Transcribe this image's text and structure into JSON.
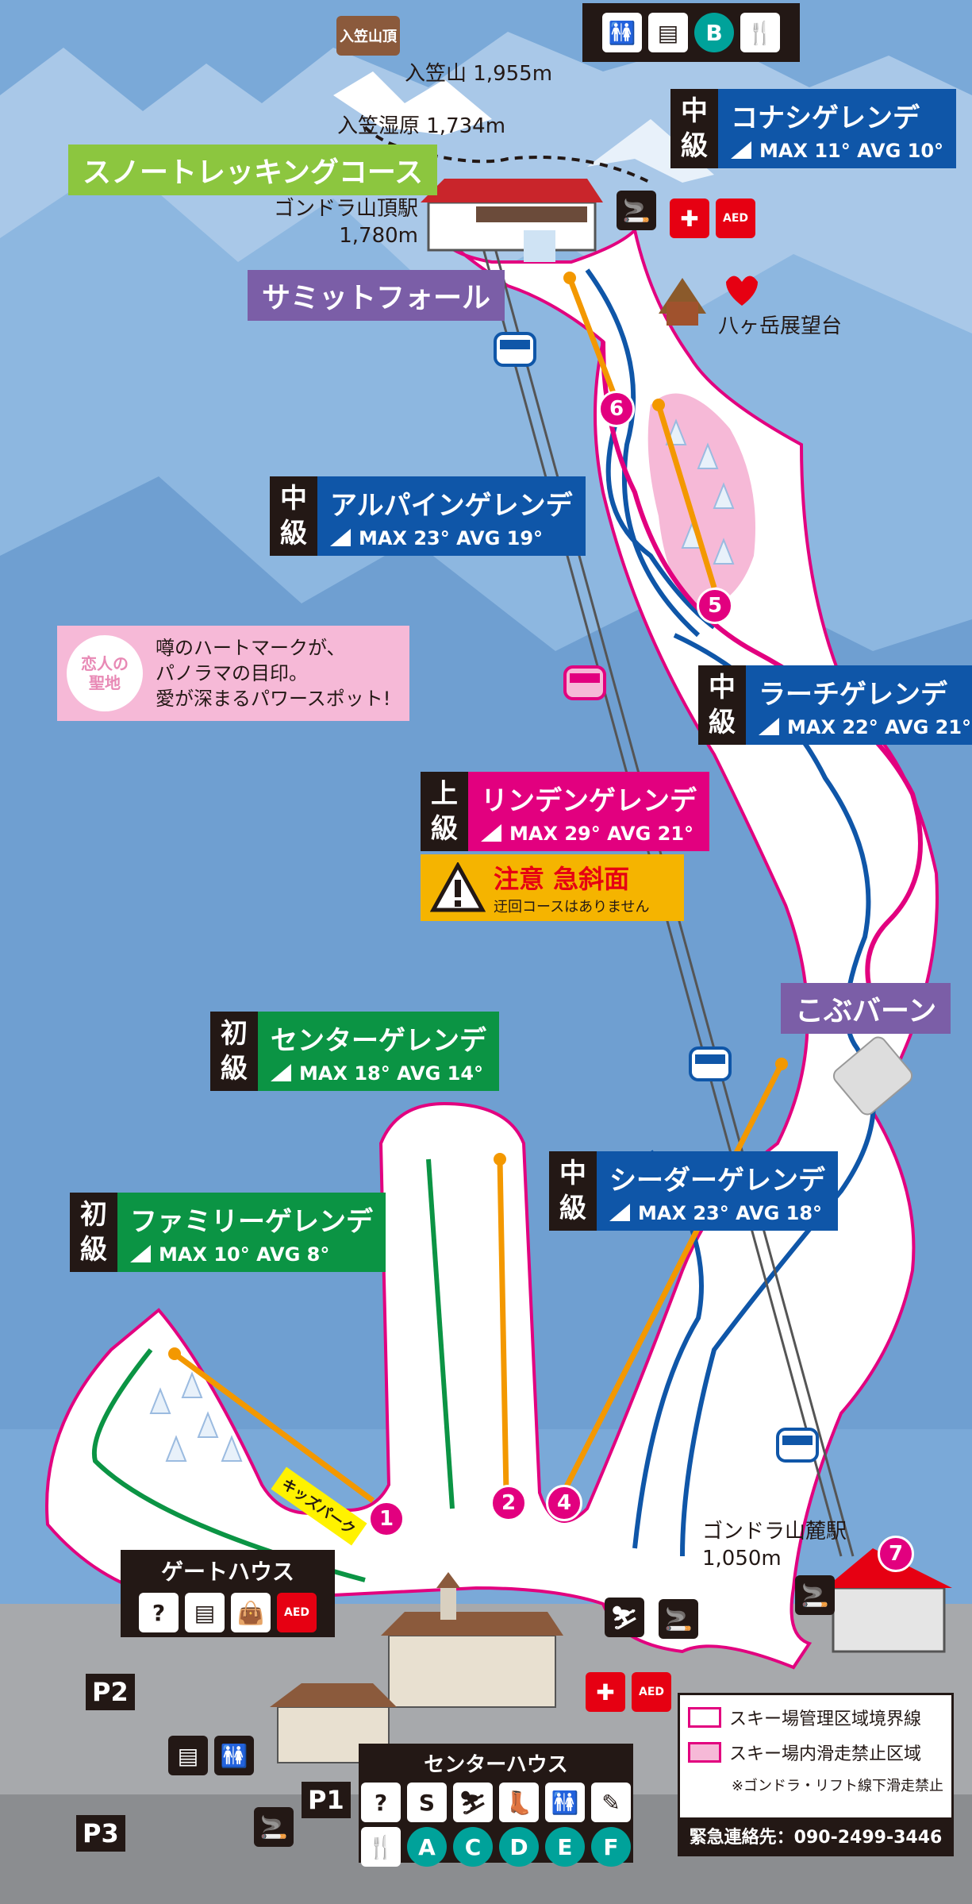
{
  "peak": {
    "sign": "入笠山頂",
    "mountain": "入笠山 1,955m",
    "wetland": "入笠湿原 1,734m",
    "trek_course": "スノートレッキングコース",
    "gondola_top_name": "ゴンドラ山頂駅",
    "gondola_top_elev": "1,780m",
    "summit_fall": "サミットフォール",
    "observatory": "八ヶ岳展望台"
  },
  "top_facility_icons": [
    "toilet-icon",
    "locker-icon",
    "B",
    "restaurant-icon"
  ],
  "courses": [
    {
      "key": "konashi",
      "level": [
        "中",
        "級"
      ],
      "name": "コナシゲレンデ",
      "stats": "MAX 11° AVG 10°",
      "color": "#0f56a8"
    },
    {
      "key": "alpine",
      "level": [
        "中",
        "級"
      ],
      "name": "アルパインゲレンデ",
      "stats": "MAX 23° AVG 19°",
      "color": "#0f56a8"
    },
    {
      "key": "larch",
      "level": [
        "中",
        "級"
      ],
      "name": "ラーチゲレンデ",
      "stats": "MAX 22° AVG 21°",
      "color": "#0f56a8"
    },
    {
      "key": "linden",
      "level": [
        "上",
        "級"
      ],
      "name": "リンデンゲレンデ",
      "stats": "MAX 29° AVG 21°",
      "color": "#e2007f"
    },
    {
      "key": "center",
      "level": [
        "初",
        "級"
      ],
      "name": "センターゲレンデ",
      "stats": "MAX 18° AVG 14°",
      "color": "#0b9444"
    },
    {
      "key": "cedar",
      "level": [
        "中",
        "級"
      ],
      "name": "シーダーゲレンデ",
      "stats": "MAX 23° AVG 18°",
      "color": "#0f56a8"
    },
    {
      "key": "family",
      "level": [
        "初",
        "級"
      ],
      "name": "ファミリーゲレンデ",
      "stats": "MAX 10° AVG 8°",
      "color": "#0b9444"
    }
  ],
  "warning": {
    "title": "注意 急斜面",
    "sub": "迂回コースはありません"
  },
  "lovers": {
    "badge_l1": "恋人の",
    "badge_l2": "聖地",
    "line1": "噂のハートマークが、",
    "line2": "パノラマの目印。",
    "line3": "愛が深まるパワースポット!"
  },
  "bump_burn": "こぶバーン",
  "kids_park": "キッズパーク",
  "gondola_base_name": "ゴンドラ山麓駅",
  "gondola_base_elev": "1,050m",
  "lift_numbers": [
    "1",
    "2",
    "4",
    "5",
    "6",
    "7"
  ],
  "gate_house": {
    "title": "ゲートハウス",
    "icons": [
      "?",
      "locker-icon",
      "bag-icon",
      "AED"
    ]
  },
  "center_house": {
    "title": "センターハウス",
    "icons_row1": [
      "?",
      "S",
      "skier-icon",
      "boot-icon",
      "toilet-icon",
      "rental-icon"
    ],
    "icons_row2": [
      "restaurant-icon",
      "A",
      "C",
      "D",
      "E",
      "F"
    ]
  },
  "parking": [
    "P1",
    "P2",
    "P3"
  ],
  "aed": "AED",
  "legend": {
    "boundary": "スキー場管理区域境界線",
    "forbidden": "スキー場内滑走禁止区域",
    "note": "※ゴンドラ・リフト線下滑走禁止",
    "emergency": "緊急連絡先：090-2499-3446"
  },
  "colors": {
    "sky_mtn": "#7aa9d8",
    "snow": "#ffffff",
    "boundary": "#e2007f",
    "forbidden": "#f6b9d7",
    "advanced": "#e2007f",
    "intermediate": "#0f56a8",
    "beginner": "#0b9444",
    "lift": "#f39800",
    "trek": "#8cc63f",
    "summit_fall": "#7b5ea7",
    "warning": "#f5b400"
  }
}
